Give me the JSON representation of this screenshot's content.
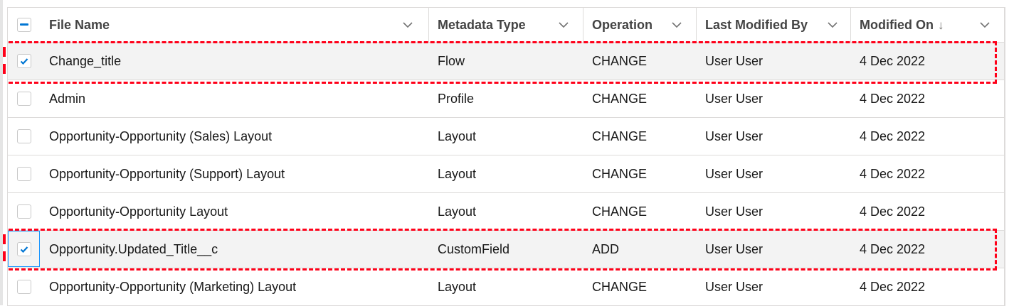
{
  "table": {
    "header": {
      "select_all_state": "indeterminate",
      "columns": [
        {
          "label": "File Name",
          "sort": ""
        },
        {
          "label": "Metadata Type",
          "sort": ""
        },
        {
          "label": "Operation",
          "sort": ""
        },
        {
          "label": "Last Modified By",
          "sort": ""
        },
        {
          "label": "Modified On",
          "sort": "↓"
        }
      ]
    },
    "rows": [
      {
        "checked": true,
        "file_name": "Change_title",
        "metadata_type": "Flow",
        "operation": "CHANGE",
        "modified_by": "User User",
        "modified_on": "4 Dec 2022"
      },
      {
        "checked": false,
        "file_name": "Admin",
        "metadata_type": "Profile",
        "operation": "CHANGE",
        "modified_by": "User User",
        "modified_on": "4 Dec 2022"
      },
      {
        "checked": false,
        "file_name": "Opportunity-Opportunity (Sales) Layout",
        "metadata_type": "Layout",
        "operation": "CHANGE",
        "modified_by": "User User",
        "modified_on": "4 Dec 2022"
      },
      {
        "checked": false,
        "file_name": "Opportunity-Opportunity (Support) Layout",
        "metadata_type": "Layout",
        "operation": "CHANGE",
        "modified_by": "User User",
        "modified_on": "4 Dec 2022"
      },
      {
        "checked": false,
        "file_name": "Opportunity-Opportunity Layout",
        "metadata_type": "Layout",
        "operation": "CHANGE",
        "modified_by": "User User",
        "modified_on": "4 Dec 2022"
      },
      {
        "checked": true,
        "file_name": "Opportunity.Updated_Title__c",
        "metadata_type": "CustomField",
        "operation": "ADD",
        "modified_by": "User User",
        "modified_on": "4 Dec 2022"
      },
      {
        "checked": false,
        "file_name": "Opportunity-Opportunity (Marketing) Layout",
        "metadata_type": "Layout",
        "operation": "CHANGE",
        "modified_by": "User User",
        "modified_on": "4 Dec 2022"
      }
    ]
  },
  "annotations": {
    "highlight_color": "#ff0019",
    "highlighted_rows": [
      0,
      5
    ]
  },
  "colors": {
    "brand_blue": "#0176d3",
    "selected_row_bg": "#f3f3f3",
    "border": "#dddbda"
  }
}
